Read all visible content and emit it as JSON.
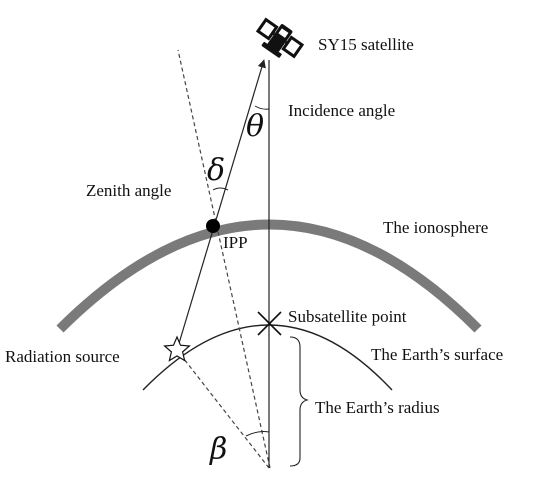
{
  "labels": {
    "satellite": "SY15 satellite",
    "incidence_angle": "Incidence angle",
    "zenith_angle": "Zenith angle",
    "ionosphere": "The ionosphere",
    "ipp": "IPP",
    "subsatellite_point": "Subsatellite point",
    "radiation_source": "Radiation source",
    "earth_surface": "The Earth’s surface",
    "earth_radius": "The Earth’s radius"
  },
  "symbols": {
    "theta": "θ",
    "delta": "δ",
    "beta": "β"
  },
  "icons": {
    "satellite": "satellite-icon",
    "ipp_marker": "filled-circle-marker",
    "radiation_source": "star-outline-icon",
    "subsatellite_point": "x-cross-marker"
  },
  "colors": {
    "ionosphere_band": "#7a7a7a",
    "lines": "#222222",
    "text": "#111111"
  }
}
